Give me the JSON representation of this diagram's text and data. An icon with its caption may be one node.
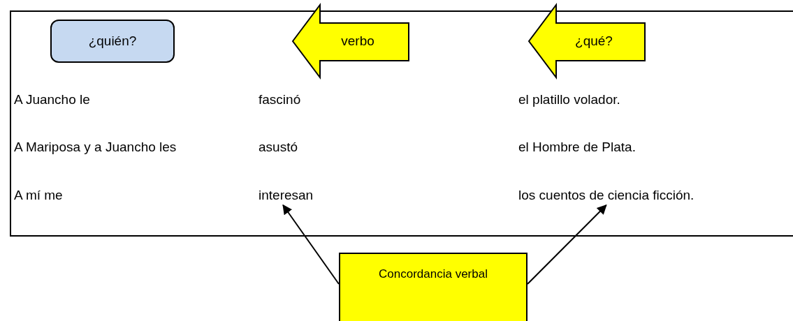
{
  "diagram": {
    "nodes": [
      {
        "text": [
          "¿quién?"
        ]
      },
      {
        "text": [
          "verbo"
        ]
      },
      {
        "text": [
          "¿qué?"
        ]
      },
      {
        "text": [
          "interesan"
        ]
      },
      {
        "text": [
          "los cuentos de ciencia ficción."
        ]
      },
      {
        "text": [
          "Concordancia verbal"
        ]
      }
    ],
    "edges": [
      {
        "from": 5,
        "to": 3,
        "arrow": "to"
      },
      {
        "from": 5,
        "to": 4,
        "arrow": "to"
      }
    ],
    "labels": [
      "A Juancho le",
      "fascinó",
      "el platillo volador.",
      "A Mariposa y a Juancho les",
      "asustó",
      "el Hombre de Plata.",
      "A mí me"
    ]
  }
}
